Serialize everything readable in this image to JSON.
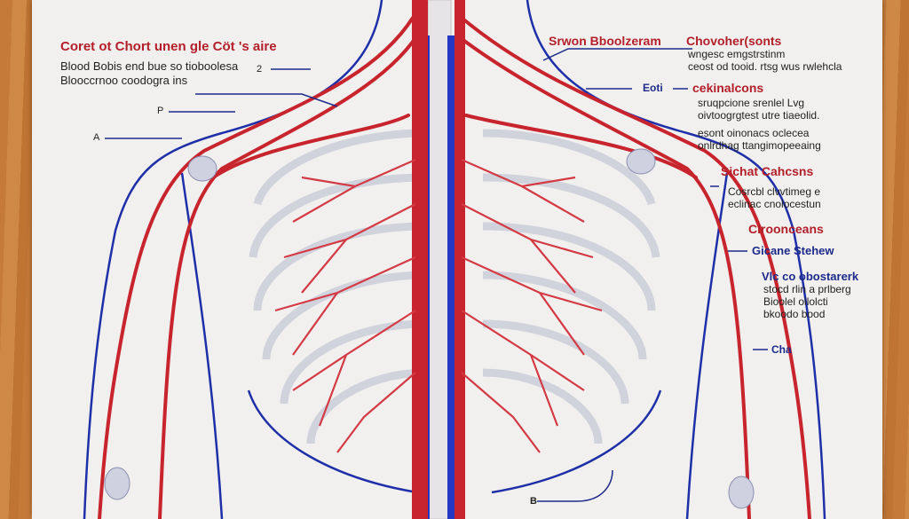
{
  "left_panel": {
    "title": "Coret ot Chort unen gle Cöt 's aire",
    "lines": [
      "Blood Bobis end bue so tioboolesa",
      "Blooccrnoo coodogra ins"
    ],
    "marker_2": "2",
    "marker_p": "P",
    "marker_a": "A"
  },
  "top_center": {
    "title": "Srwon Bboolzeram"
  },
  "right_panel": {
    "heading_1": "Chovoher(sonts",
    "heading_1_lines": [
      "wngesc emgstrstinm",
      "ceost od tooid. rtsg wus rwlehcla"
    ],
    "pointer_label": "Eoti",
    "heading_2": "cekinalcons",
    "heading_2_lines": [
      "sruqpcione srenlel Lvg",
      "oivtoogrgtest utre tiaeolid."
    ],
    "para_lines": [
      "esont oinonacs oclecea",
      "onlrdhag ttangimopeeaing"
    ],
    "heading_3": "Sichat Cahcsns",
    "heading_3_lines": [
      "Cosrcbl clvvtimeg e",
      "eclinac cnolocestun"
    ],
    "heading_4": "Clroonceans",
    "blue_label": "Gicane Stehew",
    "blue_heading": "Vlc co obostarerk",
    "blue_lines": [
      "stocd rlin a prlberg",
      "Bioolel oilolcti",
      "bkoodo bood"
    ],
    "marker_cha": "Cha"
  },
  "bottom": {
    "marker_b": "B"
  },
  "colors": {
    "artery": "#c8242e",
    "vein": "#1f2fa8",
    "paper": "#f1f0ee",
    "wood": "#c57a3a"
  }
}
